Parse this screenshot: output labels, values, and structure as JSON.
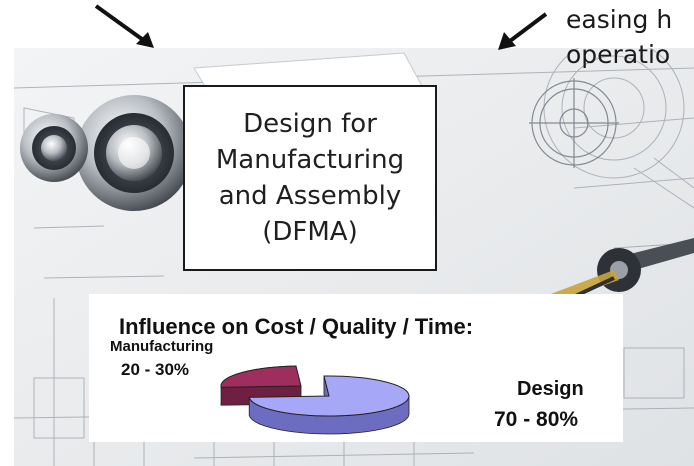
{
  "caption": {
    "line1": "easing h",
    "line2": "operatio"
  },
  "title_box": {
    "line1": "Design for",
    "line2": "Manufacturing",
    "line3": "and Assembly",
    "line4": "(DFMA)"
  },
  "chart_data": {
    "type": "pie",
    "title": "Influence on Cost / Quality / Time:",
    "slices": [
      {
        "label": "Manufacturing",
        "value_label": "20 - 30%",
        "value": 25,
        "color": "#9e2e5e"
      },
      {
        "label": "Design",
        "value_label": "70 - 80%",
        "value": 75,
        "color": "#9e9ef5"
      }
    ],
    "style": "3d-exploded"
  },
  "colors": {
    "manufacturing_top": "#9e2e5e",
    "manufacturing_side": "#6e1f42",
    "design_top": "#a7a7f7",
    "design_side": "#6c6cc0",
    "text": "#111111"
  }
}
